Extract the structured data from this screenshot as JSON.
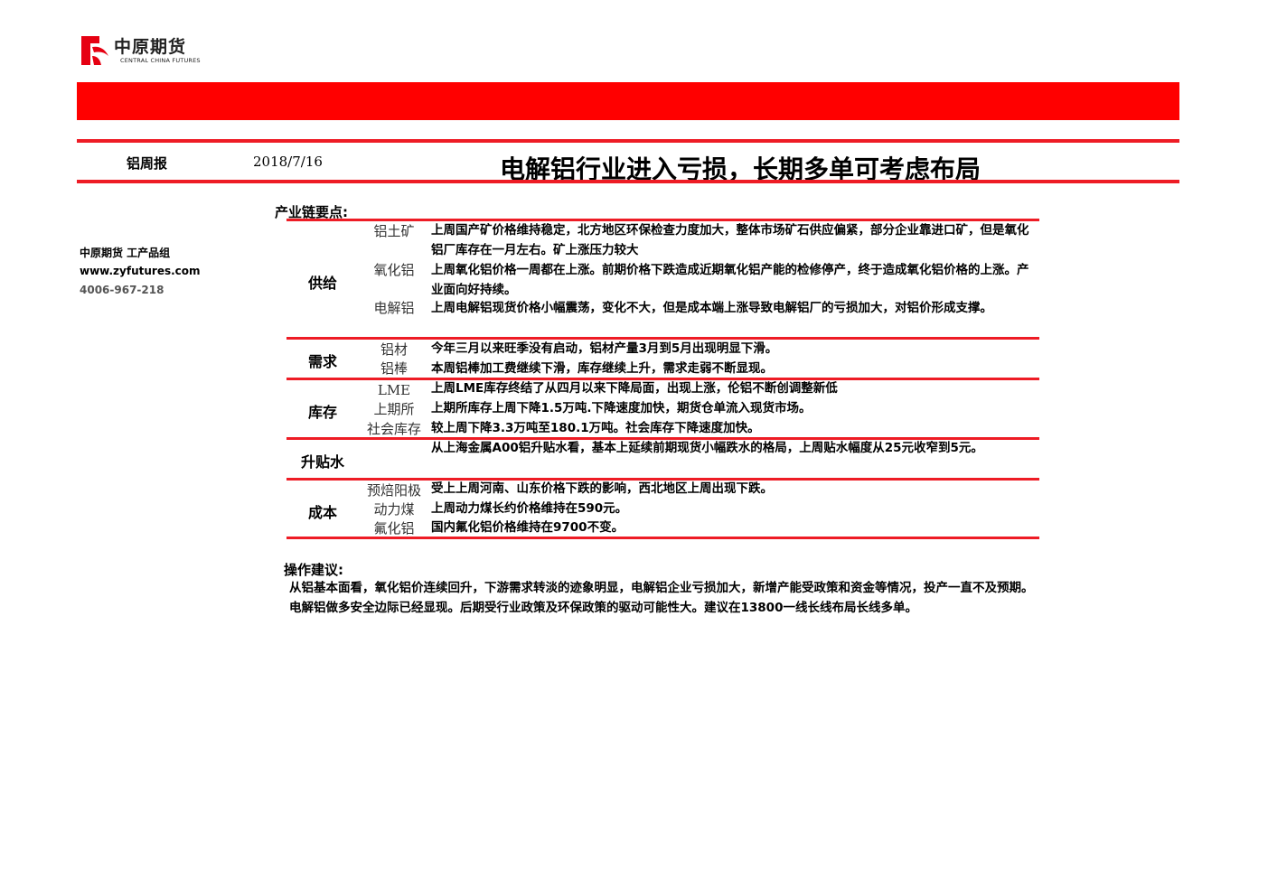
{
  "logo": {
    "name_cn": "中原期货",
    "name_en": "CENTRAL CHINA FUTURES"
  },
  "header": {
    "report_name": "铝周报",
    "date": "2018/7/16",
    "headline": "电解铝行业进入亏损，长期多单可考虑布局"
  },
  "sidebar": {
    "company": "中原期货 工产品组",
    "website": "www.zyfutures.com",
    "phone": "4006-967-218"
  },
  "chain": {
    "title": "产业链要点:",
    "supply": {
      "label": "供给",
      "items": [
        {
          "name": "铝土矿",
          "text": "上周国产矿价格维持稳定，北方地区环保检查力度加大，整体市场矿石供应偏紧，部分企业靠进口矿，但是氧化铝厂库存在一月左右。矿上涨压力较大"
        },
        {
          "name": "氧化铝",
          "text": "上周氧化铝价格一周都在上涨。前期价格下跌造成近期氧化铝产能的检修停产，终于造成氧化铝价格的上涨。产业面向好持续。"
        },
        {
          "name": "电解铝",
          "text": "上周电解铝现货价格小幅震荡，变化不大，但是成本端上涨导致电解铝厂的亏损加大，对铝价形成支撑。"
        }
      ]
    },
    "demand": {
      "label": "需求",
      "items": [
        {
          "name": "铝材",
          "text": "今年三月以来旺季没有启动，铝材产量3月到5月出现明显下滑。"
        },
        {
          "name": "铝棒",
          "text": "本周铝棒加工费继续下滑，库存继续上升，需求走弱不断显现。"
        }
      ]
    },
    "inventory": {
      "label": "库存",
      "items": [
        {
          "name": "LME",
          "text": "上周LME库存终结了从四月以来下降局面，出现上涨，伦铝不断创调整新低"
        },
        {
          "name": "上期所",
          "text": "上期所库存上周下降1.5万吨.下降速度加快，期货仓单流入现货市场。"
        },
        {
          "name": "社会库存",
          "text": "较上周下降3.3万吨至180.1万吨。社会库存下降速度加快。"
        }
      ]
    },
    "basis": {
      "label": "升贴水",
      "text": "从上海金属A00铝升贴水看，基本上延续前期现货小幅跌水的格局，上周贴水幅度从25元收窄到5元。"
    },
    "cost": {
      "label": "成本",
      "items": [
        {
          "name": "预焙阳极",
          "text": "受上上周河南、山东价格下跌的影响，西北地区上周出现下跌。"
        },
        {
          "name": "动力煤",
          "text": "上周动力煤长约价格维持在590元。"
        },
        {
          "name": "氟化铝",
          "text": "国内氟化铝价格维持在9700不变。"
        }
      ]
    }
  },
  "advice": {
    "title": "操作建议:",
    "text": "从铝基本面看，氧化铝价连续回升，下游需求转淡的迹象明显，电解铝企业亏损加大，新增产能受政策和资金等情况，投产一直不及预期。电解铝做多安全边际已经显现。后期受行业政策及环保政策的驱动可能性大。建议在13800一线长线布局长线多单。"
  },
  "colors": {
    "brand_red": "#ff0000",
    "rule_red": "#ee1c25"
  }
}
